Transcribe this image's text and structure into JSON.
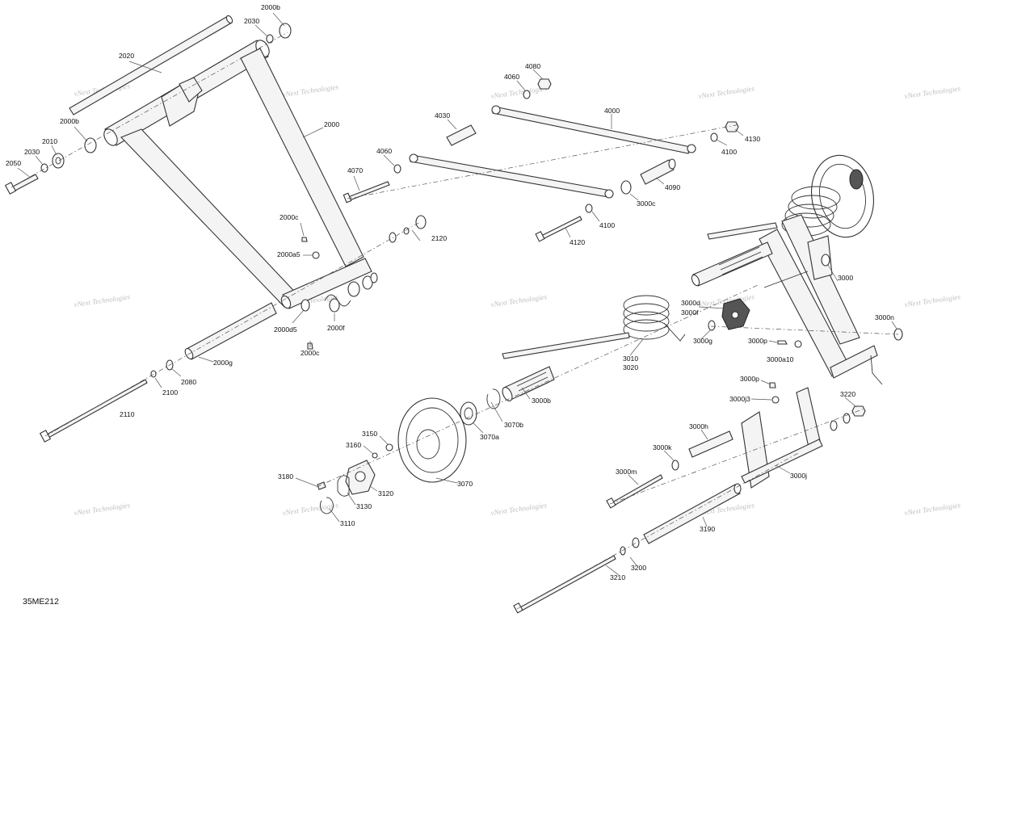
{
  "diagram_code": "35ME212",
  "watermark": "vNext Technologies",
  "colors": {
    "line": "#333333",
    "background": "#ffffff",
    "watermark": "#bfbfbf"
  },
  "labels": {
    "l2000b_top": "2000b",
    "l2030_top": "2030",
    "l2020": "2020",
    "l2000b_left": "2000b",
    "l2010": "2010",
    "l2030_left": "2030",
    "l2050": "2050",
    "l2000": "2000",
    "l2000c_a": "2000c",
    "l2000a5": "2000a5",
    "l2000d5": "2000d5",
    "l2000f": "2000f",
    "l2000c_b": "2000c",
    "l2000g": "2000g",
    "l2080": "2080",
    "l2100": "2100",
    "l2110": "2110",
    "l2120": "2120",
    "l4080": "4080",
    "l4060_top": "4060",
    "l4030": "4030",
    "l4000": "4000",
    "l4130": "4130",
    "l4100_a": "4100",
    "l4060_mid": "4060",
    "l4070": "4070",
    "l4090": "4090",
    "l3000c": "3000c",
    "l4100_b": "4100",
    "l4120": "4120",
    "l3000": "3000",
    "l3000d": "3000d",
    "l3000f": "3000f",
    "l3000g": "3000g",
    "l3000p_a": "3000p",
    "l3000a10": "3000a10",
    "l3000n": "3000n",
    "l3010": "3010",
    "l3020": "3020",
    "l3000b": "3000b",
    "l3070b": "3070b",
    "l3070a": "3070a",
    "l3070": "3070",
    "l3150": "3150",
    "l3160": "3160",
    "l3180": "3180",
    "l3120": "3120",
    "l3130": "3130",
    "l3110": "3110",
    "l3000p_b": "3000p",
    "l3000j3": "3000j3",
    "l3220": "3220",
    "l3000h": "3000h",
    "l3000k": "3000k",
    "l3000m": "3000m",
    "l3000j": "3000j",
    "l3190": "3190",
    "l3200": "3200",
    "l3210": "3210"
  }
}
